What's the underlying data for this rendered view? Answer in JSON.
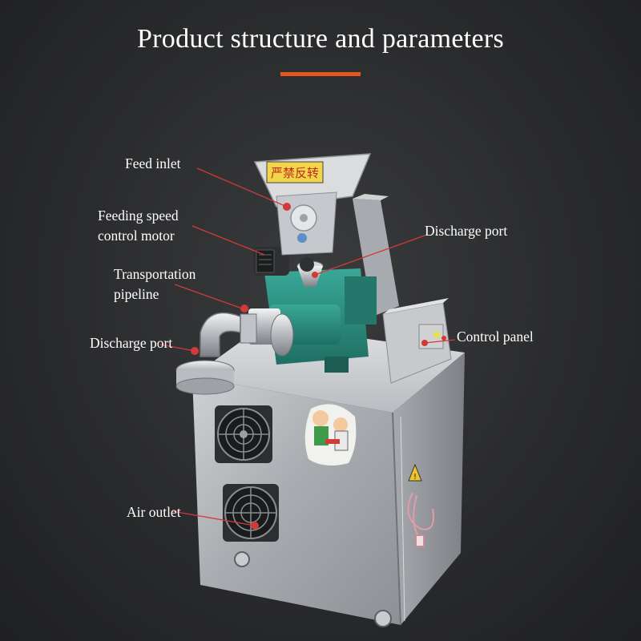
{
  "title": "Product structure and parameters",
  "colors": {
    "accent": "#e8561f",
    "leader": "#d23a3a",
    "background": "#2b2c2e"
  },
  "hopper_sign": "严禁反转",
  "labels": {
    "feed_inlet": "Feed inlet",
    "feeding_speed_motor": [
      "Feeding speed",
      "control motor"
    ],
    "transportation_pipeline": [
      "Transportation",
      "pipeline"
    ],
    "discharge_port_top": "Discharge port",
    "discharge_port_left": "Discharge port",
    "control_panel": "Control panel",
    "air_outlet": "Air outlet"
  }
}
